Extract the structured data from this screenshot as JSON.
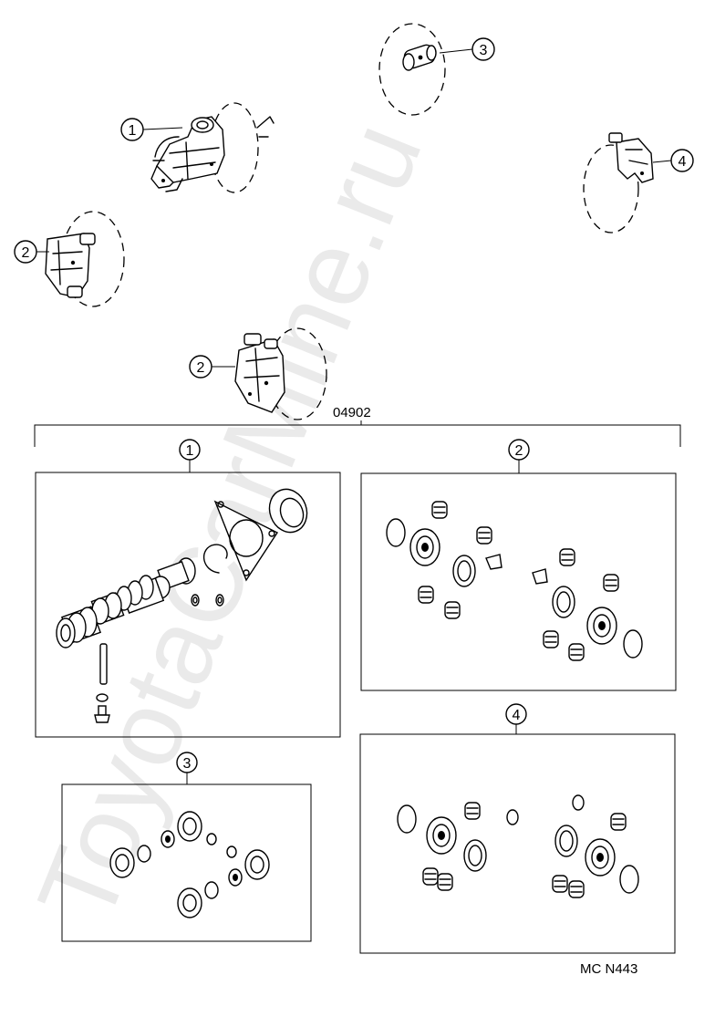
{
  "diagram": {
    "kit_code": "04902",
    "drawing_code": "MC N443",
    "watermark": "ToyotaCarMine.ru",
    "callouts": {
      "assy_master_cylinder": "1",
      "assy_caliper_left": "2",
      "assy_caliper_right": "2",
      "assy_wheel_cylinder": "3",
      "assy_rear_caliper": "4"
    },
    "kits": {
      "kit1": {
        "label": "1"
      },
      "kit2": {
        "label": "2"
      },
      "kit3": {
        "label": "3"
      },
      "kit4": {
        "label": "4"
      }
    }
  }
}
